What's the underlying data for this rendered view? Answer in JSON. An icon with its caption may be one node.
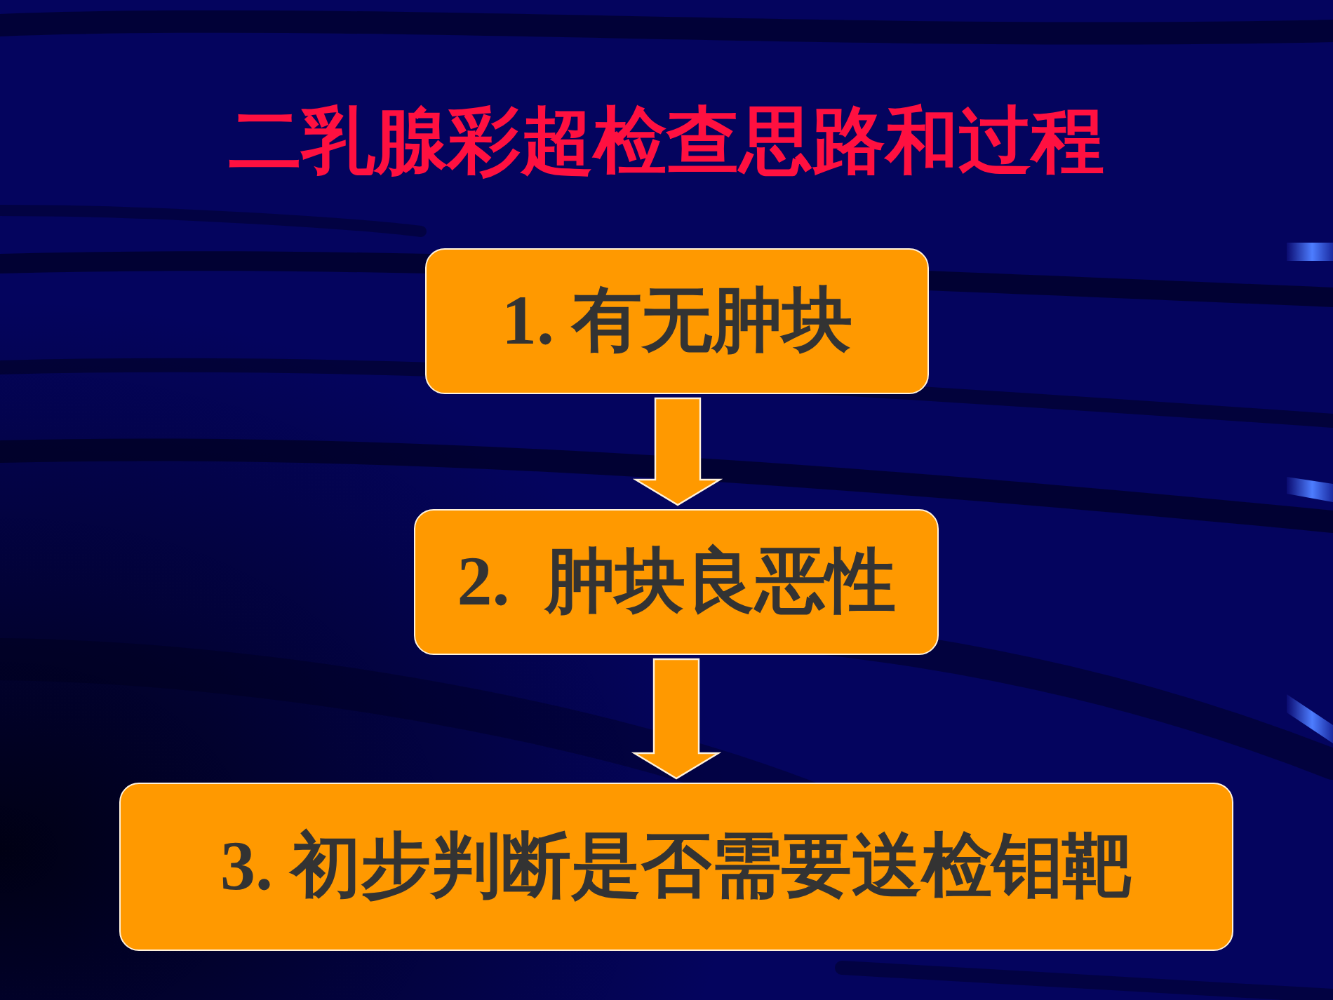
{
  "diagram": {
    "title": "二乳腺彩超检查思路和过程",
    "nodes": [
      {
        "text": [
          "1. 有无肿块"
        ]
      },
      {
        "text": [
          "2.  肿块良恶性"
        ]
      },
      {
        "text": [
          "3. 初步判断是否需要送检钼靶"
        ]
      }
    ],
    "edges": [
      {
        "from": 0,
        "to": 1,
        "arrow": "to"
      },
      {
        "from": 1,
        "to": 2,
        "arrow": "to"
      }
    ]
  }
}
